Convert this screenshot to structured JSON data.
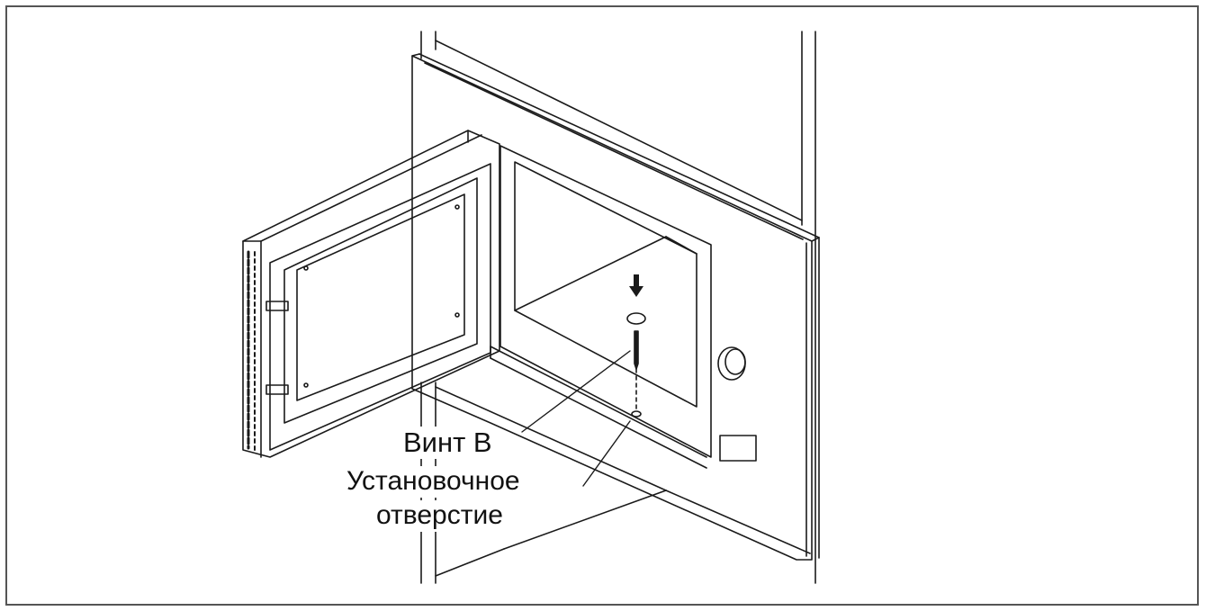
{
  "labels": {
    "screw_b": "Винт B",
    "mount_hole_line1": "Установочное",
    "mount_hole_line2": "отверстие"
  },
  "colors": {
    "ink": "#1a1a1a",
    "frame": "#555555",
    "background": "#ffffff"
  }
}
